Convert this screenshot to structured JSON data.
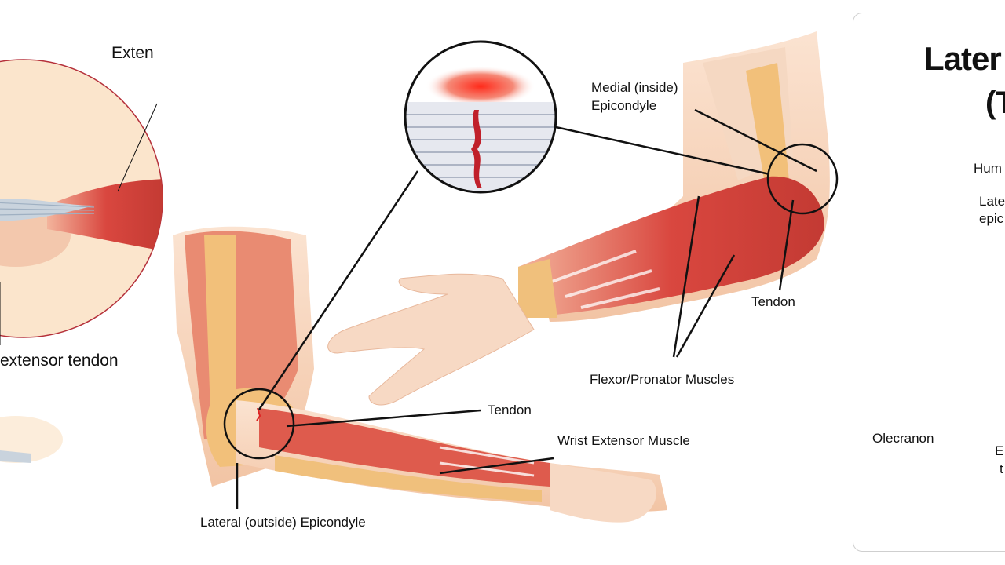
{
  "left_inset": {
    "label_top": "Exten",
    "label_bottom": "extensor tendon"
  },
  "center_figure": {
    "labels": {
      "medial_line1": "Medial (inside)",
      "medial_line2": "Epicondyle",
      "tendon_upper": "Tendon",
      "flexor": "Flexor/Pronator Muscles",
      "tendon_lower": "Tendon",
      "wrist_extensor": "Wrist Extensor Muscle",
      "lateral": "Lateral (outside) Epicondyle"
    }
  },
  "right_panel": {
    "title_line1": "Later",
    "title_line2": "(T",
    "labels": {
      "humerus": "Hum",
      "lateral_line1": "Late",
      "lateral_line2": "epic",
      "olecranon": "Olecranon",
      "extensor_line1": "E",
      "extensor_line2": "t"
    }
  },
  "colors": {
    "muscle": "#d9473f",
    "skin": "#f6d3b8",
    "bone": "#f0c98a",
    "tendon": "#f7efe3",
    "leader": "#111111"
  }
}
